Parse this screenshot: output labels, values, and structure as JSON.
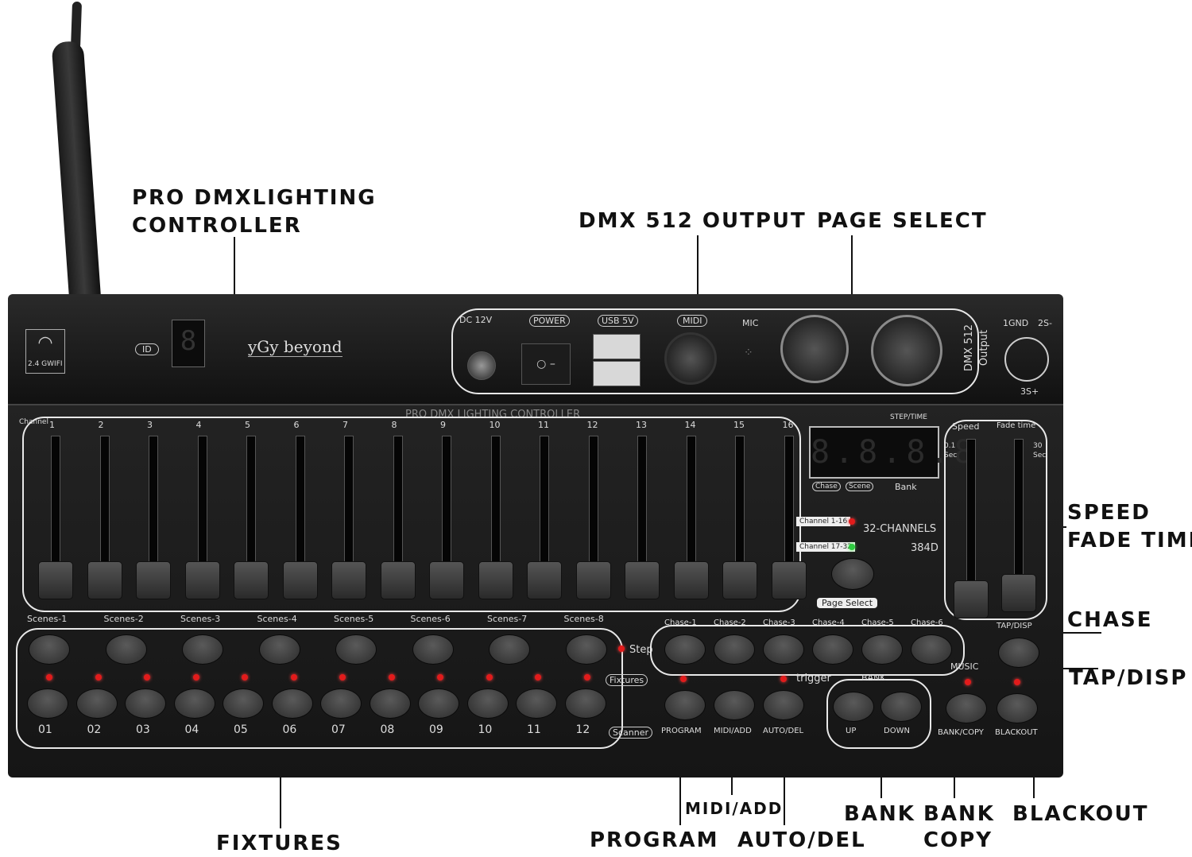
{
  "callouts": {
    "controller": [
      "PRO DMXLIGHTING",
      "CONTROLLER"
    ],
    "dmx_output": "DMX 512 OUTPUT",
    "page_select": "PAGE SELECT",
    "speed_fade": [
      "SPEED",
      "FADE TIME"
    ],
    "chase": "CHASE",
    "tap_disp": "TAP/DISP",
    "fixtures": "FIXTURES",
    "program": "PROGRAM",
    "midi_add": "MIDI/ADD",
    "auto_del": "AUTO/DEL",
    "bank": "BANK",
    "bank_copy": [
      "BANK",
      "COPY"
    ],
    "blackout": "BLACKOUT"
  },
  "rear_panel": {
    "wifi_label": "2.4 GWIFI",
    "id_label": "ID",
    "id_display": "8",
    "brand": "yGy beyond",
    "dc_label": "DC 12V",
    "power_label": "POWER",
    "usb_label": "USB 5V",
    "midi_label": "MIDI",
    "mic_label": "MIC",
    "dmx_label": [
      "DMX 512",
      "Output"
    ],
    "pinout": [
      "1GND",
      "2S-",
      "3S+"
    ]
  },
  "front_panel": {
    "title": "PRO DMX LIGHTING CONTROLLER",
    "channel_word": "Channel",
    "channels": [
      "1",
      "2",
      "3",
      "4",
      "5",
      "6",
      "7",
      "8",
      "9",
      "10",
      "11",
      "12",
      "13",
      "14",
      "15",
      "16"
    ],
    "display_value": "8.8.8.8",
    "step_time": "STEP/TIME",
    "display_tags": [
      "Chase",
      "Scene",
      "Bank"
    ],
    "channel_leds": [
      "Channel 1-16",
      "Channel 17-32"
    ],
    "model": [
      "32-CHANNELS",
      "384D"
    ],
    "page_select": "Page Select",
    "speed_label": "Speed",
    "fade_label": "Fade time",
    "speed_min": [
      "0.1",
      "Sec"
    ],
    "fade_max": [
      "30",
      "Sec"
    ],
    "scenes": [
      "Scenes-1",
      "Scenes-2",
      "Scenes-3",
      "Scenes-4",
      "Scenes-5",
      "Scenes-6",
      "Scenes-7",
      "Scenes-8"
    ],
    "step": "Step",
    "fixtures_tag": "Fixtures",
    "scanner_tag": "Scanner",
    "scanner_numbers": [
      "01",
      "02",
      "03",
      "04",
      "05",
      "06",
      "07",
      "08",
      "09",
      "10",
      "11",
      "12"
    ],
    "chases": [
      "Chase-1",
      "Chase-2",
      "Chase-3",
      "Chase-4",
      "Chase-5",
      "Chase-6"
    ],
    "tap_disp": "TAP/DISP",
    "music": "MUSIC",
    "trigger": "trigger",
    "bank_title": "BANK",
    "up": "UP",
    "down": "DOWN",
    "program": "PROGRAM",
    "midi_add": "MIDI/ADD",
    "auto_del": "AUTO/DEL",
    "bank_copy": "BANK/COPY",
    "blackout": "BLACKOUT"
  }
}
